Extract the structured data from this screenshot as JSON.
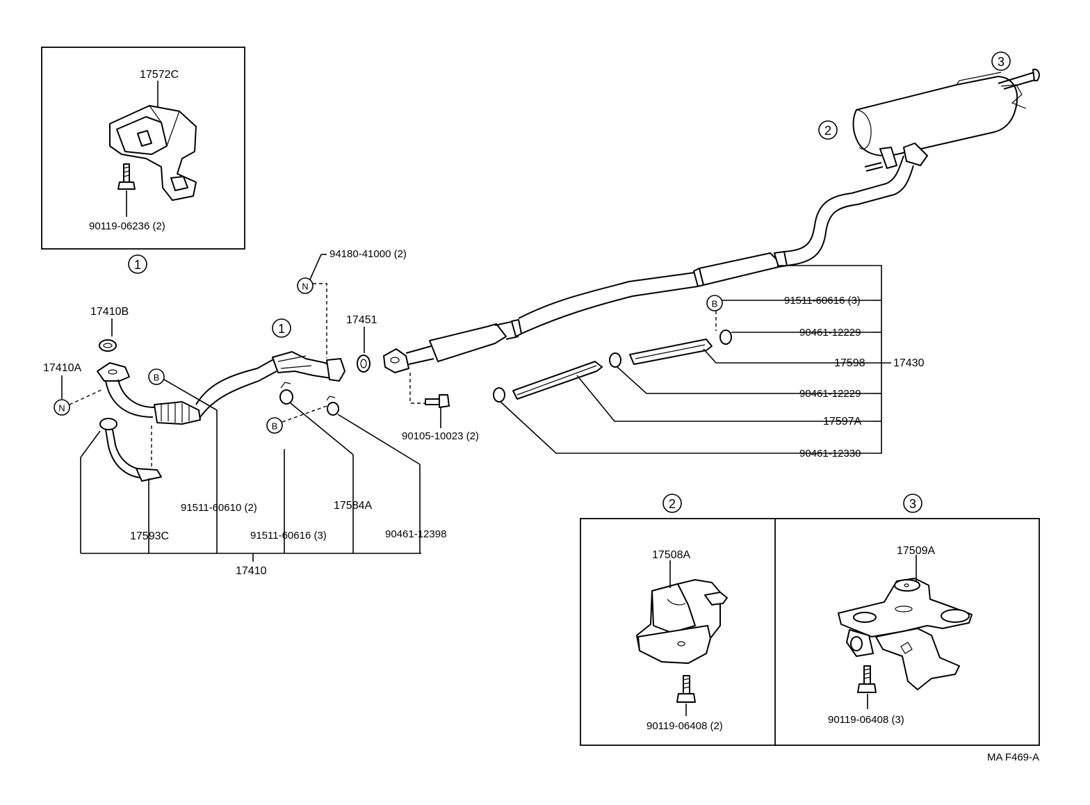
{
  "labels": {
    "p17572C": "17572C",
    "p90119_06236": "90119-06236 (2)",
    "p17410B": "17410B",
    "p17410A": "17410A",
    "p94180_41000": "94180-41000 (2)",
    "p17451": "17451",
    "p91511_60616_top": "91511-60616 (3)",
    "p90461_12229_a": "90461-12229",
    "p17598": "17598",
    "p17430": "17430",
    "p90461_12229_b": "90461-12229",
    "p17597A": "17597A",
    "p90461_12330": "90461-12330",
    "p90105_10023": "90105-10023 (2)",
    "p91511_60610": "91511-60610 (2)",
    "p17584A": "17584A",
    "p17593C": "17593C",
    "p91511_60616_bot": "91511-60616 (3)",
    "p90461_12398": "90461-12398",
    "p17410": "17410",
    "p17508A": "17508A",
    "p90119_06408_2": "90119-06408 (2)",
    "p17509A": "17509A",
    "p90119_06408_3": "90119-06408 (3)",
    "footer": "MA F469-A"
  },
  "markers": {
    "one": "1",
    "two": "2",
    "three": "3",
    "n": "N",
    "b": "B"
  }
}
